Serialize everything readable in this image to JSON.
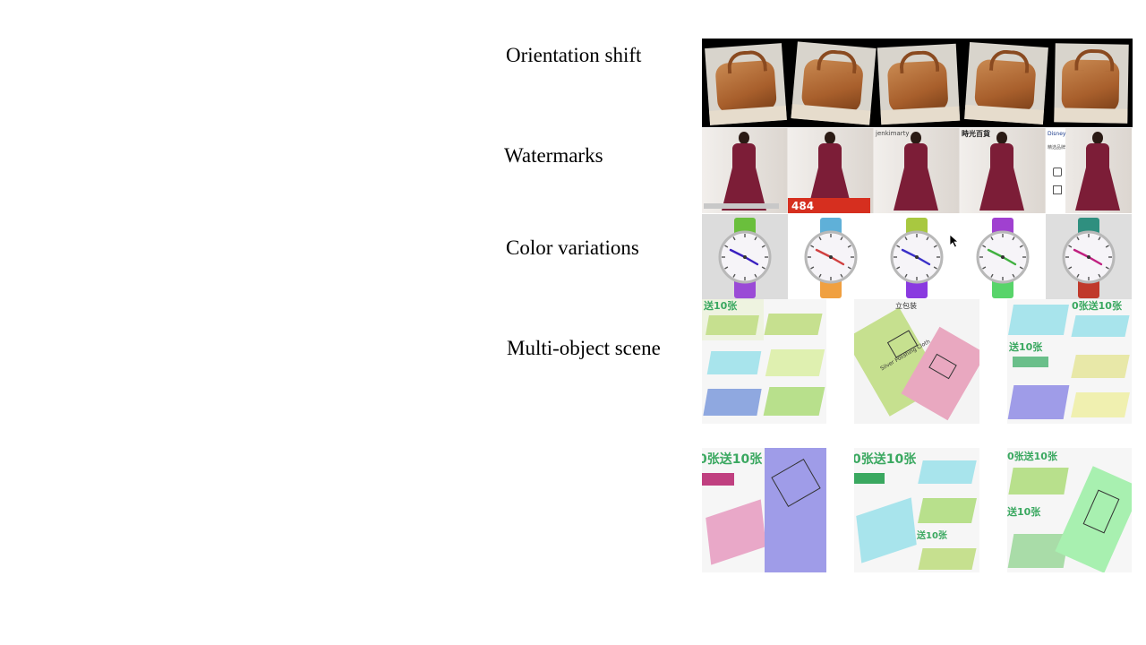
{
  "rows": {
    "orientation": {
      "label": "Orientation shift"
    },
    "watermarks": {
      "label": "Watermarks",
      "marks": [
        "484",
        "Disney",
        "jenkimarty",
        "時光百貨",
        "精选品牌"
      ]
    },
    "color": {
      "label": "Color variations"
    },
    "multi": {
      "label": "Multi-object scene",
      "card_text": "Silver Polishing Cloth",
      "promo_text": "0张送10张",
      "tag_text": "立包装",
      "small_text": "送10张"
    }
  },
  "palette": {
    "bag": "#b46a36",
    "dress": "#7c1d37",
    "watch_straps": [
      "#9a4bd6",
      "#f0a040",
      "#8a3ae0",
      "#58d46a",
      "#c0392b"
    ],
    "watch_tops": [
      "#6abf3c",
      "#5fb0d8",
      "#a8c840",
      "#a040d0",
      "#2f8f7f"
    ],
    "watch_hands": [
      "#3a20c0",
      "#d04040",
      "#3a30c8",
      "#40b040",
      "#c02080"
    ],
    "cards": [
      "#c6e08f",
      "#a8e4ec",
      "#e9a8c8",
      "#9f9ce8",
      "#a9dca8",
      "#e8e8a8",
      "#8fa8e0"
    ]
  }
}
